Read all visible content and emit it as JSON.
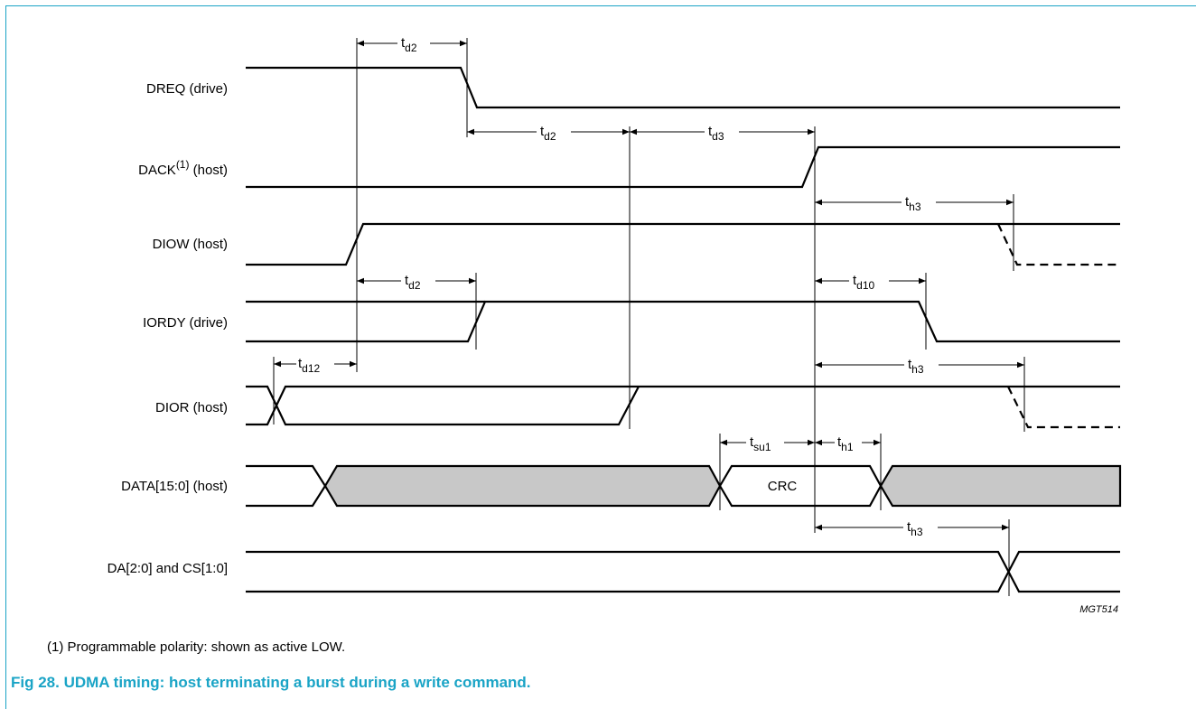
{
  "signals": [
    {
      "id": "dreq",
      "label": "DREQ (drive)"
    },
    {
      "id": "dack",
      "label": "DACK",
      "sup": "(1)",
      "suffix": " (host)"
    },
    {
      "id": "diow",
      "label": "DIOW (host)"
    },
    {
      "id": "iordy",
      "label": "IORDY (drive)"
    },
    {
      "id": "dior",
      "label": "DIOR (host)"
    },
    {
      "id": "data",
      "label": "DATA[15:0] (host)"
    },
    {
      "id": "da",
      "label": "DA[2:0] and CS[1:0]"
    }
  ],
  "timings": [
    {
      "id": "td2-a",
      "base": "t",
      "sub": "d2"
    },
    {
      "id": "td2-b",
      "base": "t",
      "sub": "d2"
    },
    {
      "id": "td3",
      "base": "t",
      "sub": "d3"
    },
    {
      "id": "th3-a",
      "base": "t",
      "sub": "h3"
    },
    {
      "id": "td2-c",
      "base": "t",
      "sub": "d2"
    },
    {
      "id": "td10",
      "base": "t",
      "sub": "d10"
    },
    {
      "id": "td12",
      "base": "t",
      "sub": "d12"
    },
    {
      "id": "th3-b",
      "base": "t",
      "sub": "h3"
    },
    {
      "id": "tsu1",
      "base": "t",
      "sub": "su1"
    },
    {
      "id": "th1",
      "base": "t",
      "sub": "h1"
    },
    {
      "id": "th3-c",
      "base": "t",
      "sub": "h3"
    }
  ],
  "bus_value": "CRC",
  "reference": "MGT514",
  "footnote": "(1)  Programmable polarity: shown as active LOW.",
  "caption": "Fig 28.  UDMA timing: host terminating a burst during a write command.",
  "colors": {
    "accent": "#1aa4c6",
    "bus_fill": "#c8c8c8"
  }
}
